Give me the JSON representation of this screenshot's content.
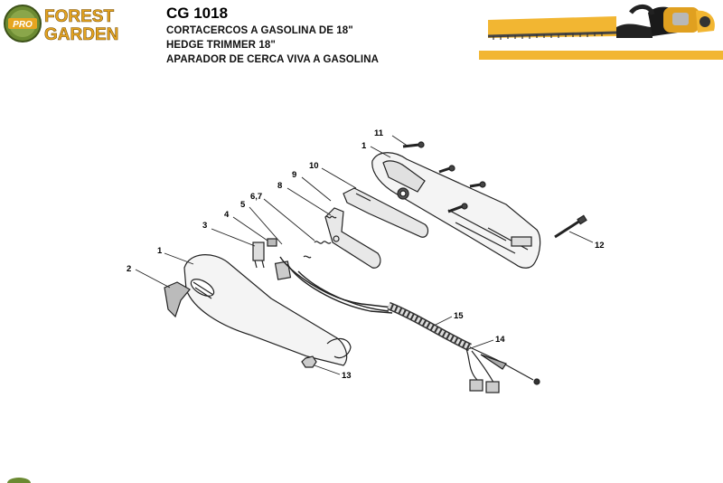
{
  "brand": {
    "badge": "PRO",
    "name_line1": "FOREST",
    "name_line2": "GARDEN"
  },
  "header": {
    "model": "CG 1018",
    "line1": "CORTACERCOS A GASOLINA DE 18\"",
    "line2": "HEDGE TRIMMER 18\"",
    "line3": "APARADOR DE CERCA VIVA A GASOLINA"
  },
  "callouts": [
    "1",
    "1",
    "2",
    "3",
    "4",
    "5",
    "6,7",
    "8",
    "9",
    "10",
    "11",
    "12",
    "13",
    "14",
    "15"
  ],
  "colors": {
    "brand_orange": "#e6a520",
    "brand_green": "#5d7a2e",
    "blade_yellow": "#f2b632"
  }
}
